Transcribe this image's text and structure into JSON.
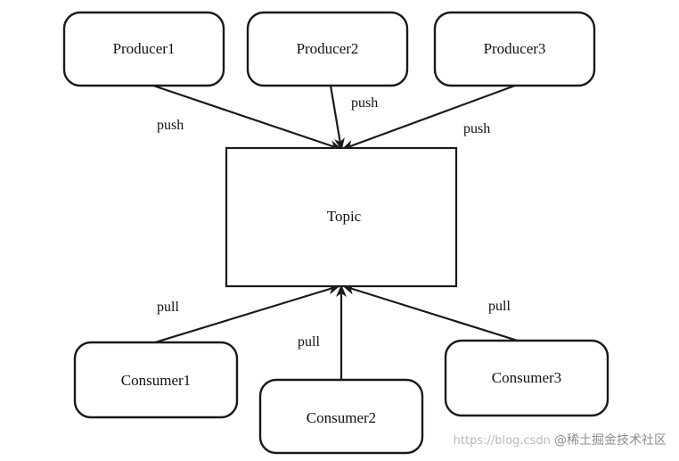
{
  "nodes": {
    "producer1": "Producer1",
    "producer2": "Producer2",
    "producer3": "Producer3",
    "topic": "Topic",
    "consumer1": "Consumer1",
    "consumer2": "Consumer2",
    "consumer3": "Consumer3"
  },
  "edges": {
    "p1_topic": "push",
    "p2_topic": "push",
    "p3_topic": "push",
    "c1_topic": "pull",
    "c2_topic": "pull",
    "c3_topic": "pull"
  },
  "watermark": {
    "url": "https://blog.csdn",
    "brand": "@稀土掘金技术社区"
  },
  "colors": {
    "stroke": "#1a1a1a",
    "text": "#111111",
    "watermark": "#b9b9b9"
  }
}
